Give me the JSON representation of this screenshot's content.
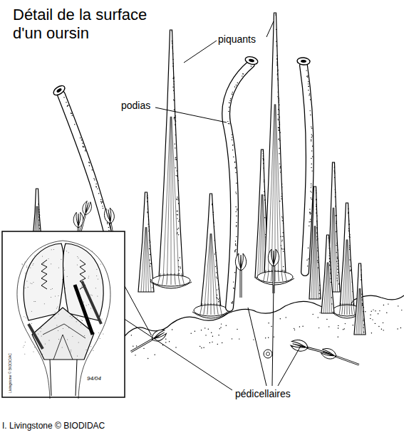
{
  "diagram": {
    "title": "Détail de la surface d'un oursin",
    "labels": [
      "piquants",
      "podias",
      "pédicellaires",
      "I. Livingstone © BIODIDAC",
      "Livingstone © BIODIDAC",
      "94/04"
    ]
  }
}
